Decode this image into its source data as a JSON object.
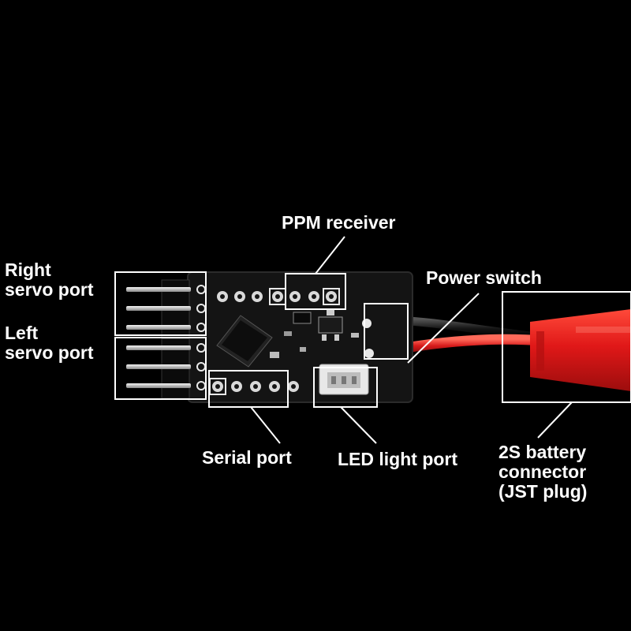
{
  "labels": {
    "ppm_receiver": "PPM receiver",
    "power_switch": "Power switch",
    "right_servo": [
      "Right",
      "servo port"
    ],
    "left_servo": [
      "Left",
      "servo port"
    ],
    "serial_port": "Serial port",
    "led_port": "LED light port",
    "battery": [
      "2S battery",
      "connector",
      "(JST plug)"
    ]
  },
  "colors": {
    "background": "#000000",
    "board": "#151515",
    "silkscreen": "#f2f2f2",
    "callout": "#ffffff",
    "wire_red": "#d81e1e",
    "wire_black": "#111111",
    "plug_red": "#e02020",
    "pin_metal": "#cfcfcf"
  }
}
